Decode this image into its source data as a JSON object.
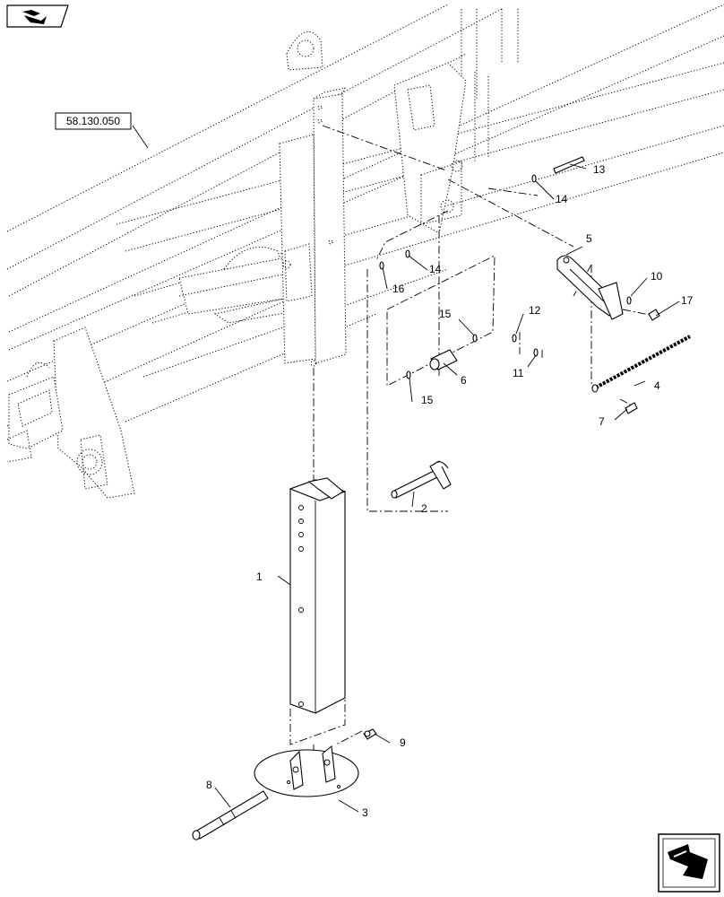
{
  "reference": {
    "label": "58.130.050"
  },
  "callouts": [
    "1",
    "2",
    "3",
    "4",
    "5",
    "6",
    "7",
    "8",
    "9",
    "10",
    "11",
    "12",
    "13",
    "14",
    "14",
    "15",
    "15",
    "16",
    "17"
  ],
  "icons": {
    "top_left": "folder-arrow-icon",
    "bottom_right": "return-arrow-icon"
  }
}
